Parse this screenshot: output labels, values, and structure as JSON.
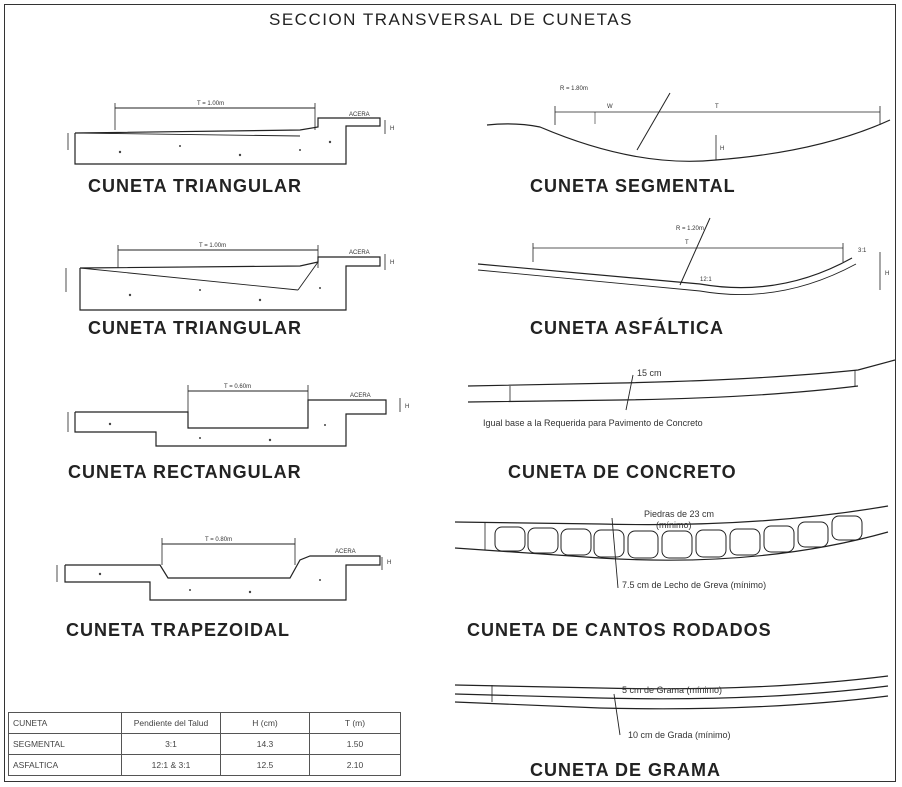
{
  "title": "SECCION TRANSVERSAL DE CUNETAS",
  "sections": {
    "triangular_1": {
      "label": "CUNETA TRIANGULAR",
      "width": "T = 1.00m",
      "acera": "ACERA",
      "h": "H"
    },
    "segmental": {
      "label": "CUNETA SEGMENTAL",
      "radius": "R = 1.80m",
      "w": "W",
      "t": "T",
      "h": "H"
    },
    "triangular_2": {
      "label": "CUNETA TRIANGULAR",
      "width": "T = 1.00m",
      "acera": "ACERA",
      "h": "H"
    },
    "asfaltica": {
      "label": "CUNETA ASFÁLTICA",
      "radius": "R = 1.20m",
      "t": "T",
      "slope_a": "12:1",
      "slope_b": "3:1",
      "h": "H"
    },
    "rectangular": {
      "label": "CUNETA RECTANGULAR",
      "width": "T = 0.60m",
      "acera": "ACERA",
      "h": "H"
    },
    "concreto": {
      "label": "CUNETA DE CONCRETO",
      "thickness": "15 cm",
      "note": "Igual base a la Requerida para Pavimento de Concreto"
    },
    "trapezoidal": {
      "label": "CUNETA TRAPEZOIDAL",
      "width": "T = 0.80m",
      "acera": "ACERA",
      "h": "H"
    },
    "cantos": {
      "label": "CUNETA DE CANTOS RODADOS",
      "stone": "Piedras de 23 cm",
      "stone_min": "(mínimo)",
      "bed": "7.5 cm de Lecho de Greva (mínimo)"
    },
    "grama": {
      "label": "CUNETA DE GRAMA",
      "grass": "5 cm de Grama (mínimo)",
      "base": "10 cm de Grada (mínimo)"
    }
  },
  "table": {
    "header": [
      "CUNETA",
      "Pendiente del Talud",
      "H (cm)",
      "T (m)"
    ],
    "rows": [
      [
        "SEGMENTAL",
        "3:1",
        "14.3",
        "1.50"
      ],
      [
        "ASFALTICA",
        "12:1 & 3:1",
        "12.5",
        "2.10"
      ]
    ]
  }
}
